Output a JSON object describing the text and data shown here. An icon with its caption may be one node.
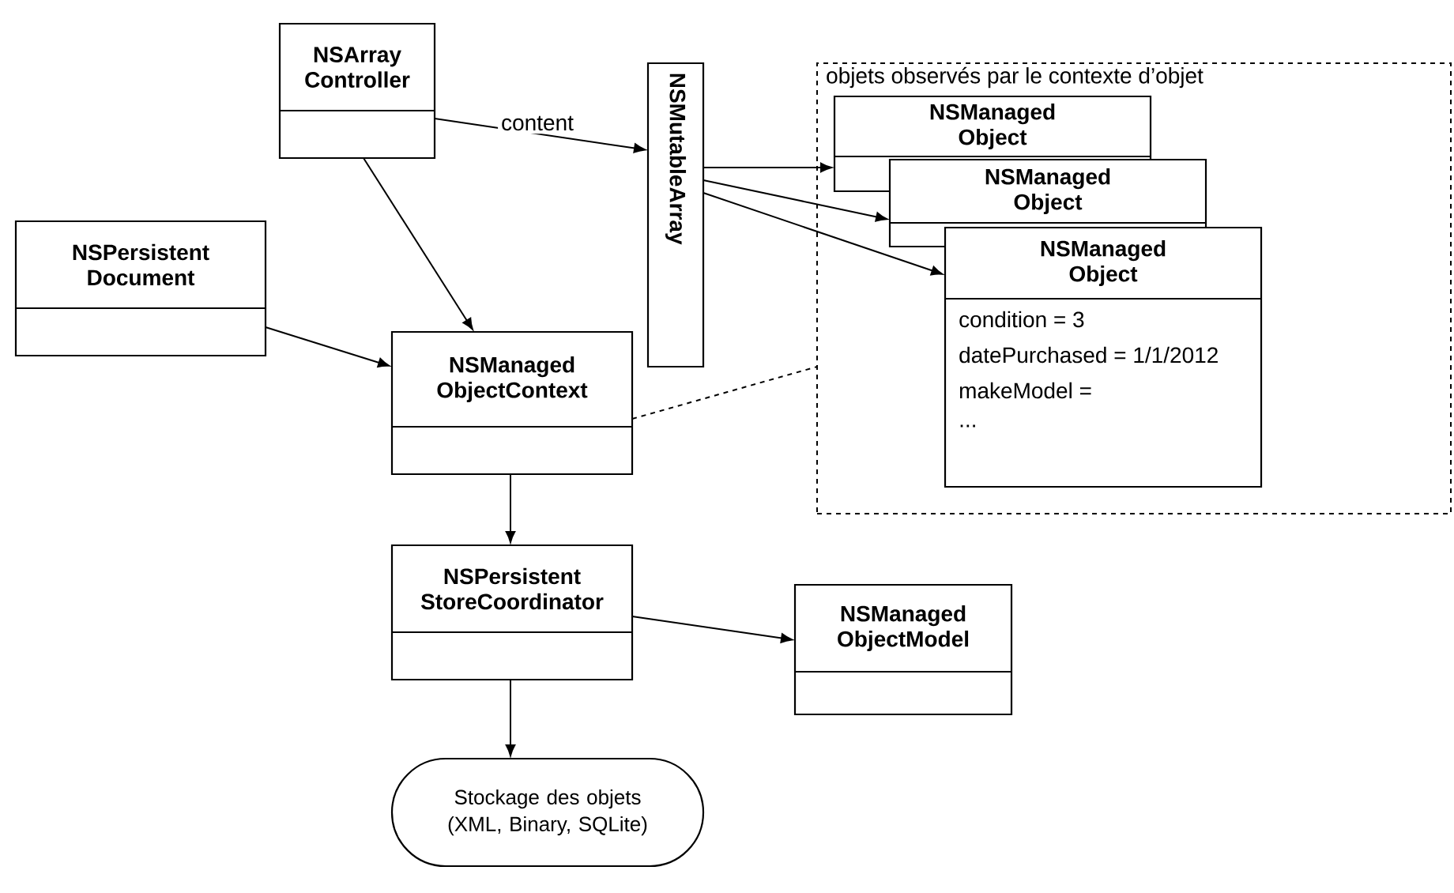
{
  "diagram": {
    "nodes": [
      {
        "text": [
          "NSArray Controller"
        ]
      },
      {
        "text": [
          "NSMutableArray"
        ]
      },
      {
        "text": [
          "objets observés par le contexte d’objet"
        ]
      },
      {
        "text": [
          "NSManaged Object"
        ],
        "in": 2
      },
      {
        "text": [
          "NSManaged Object"
        ],
        "in": 2
      },
      {
        "text": [
          "NSManaged Object",
          "condition = 3",
          "datePurchased = 1/1/2012",
          "makeModel =",
          "..."
        ],
        "in": 2
      },
      {
        "text": [
          "NSPersistent Document"
        ]
      },
      {
        "text": [
          "NSManaged ObjectContext"
        ]
      },
      {
        "text": [
          "NSPersistent StoreCoordinator"
        ]
      },
      {
        "text": [
          "NSManaged ObjectModel"
        ]
      },
      {
        "text": [
          "Stockage des objets (XML, Binary, SQLite)"
        ]
      }
    ],
    "edges": [
      {
        "from": 0,
        "to": 1,
        "arrow": "to",
        "label": "content"
      },
      {
        "from": 1,
        "to": 3,
        "arrow": "to"
      },
      {
        "from": 1,
        "to": 4,
        "arrow": "to"
      },
      {
        "from": 1,
        "to": 5,
        "arrow": "to"
      },
      {
        "from": 0,
        "to": 7,
        "arrow": "to"
      },
      {
        "from": 6,
        "to": 7,
        "arrow": "to"
      },
      {
        "from": 7,
        "to": 2,
        "arrow": "none",
        "style": "dashed"
      },
      {
        "from": 7,
        "to": 8,
        "arrow": "to"
      },
      {
        "from": 8,
        "to": 9,
        "arrow": "to"
      },
      {
        "from": 8,
        "to": 10,
        "arrow": "to"
      }
    ]
  }
}
